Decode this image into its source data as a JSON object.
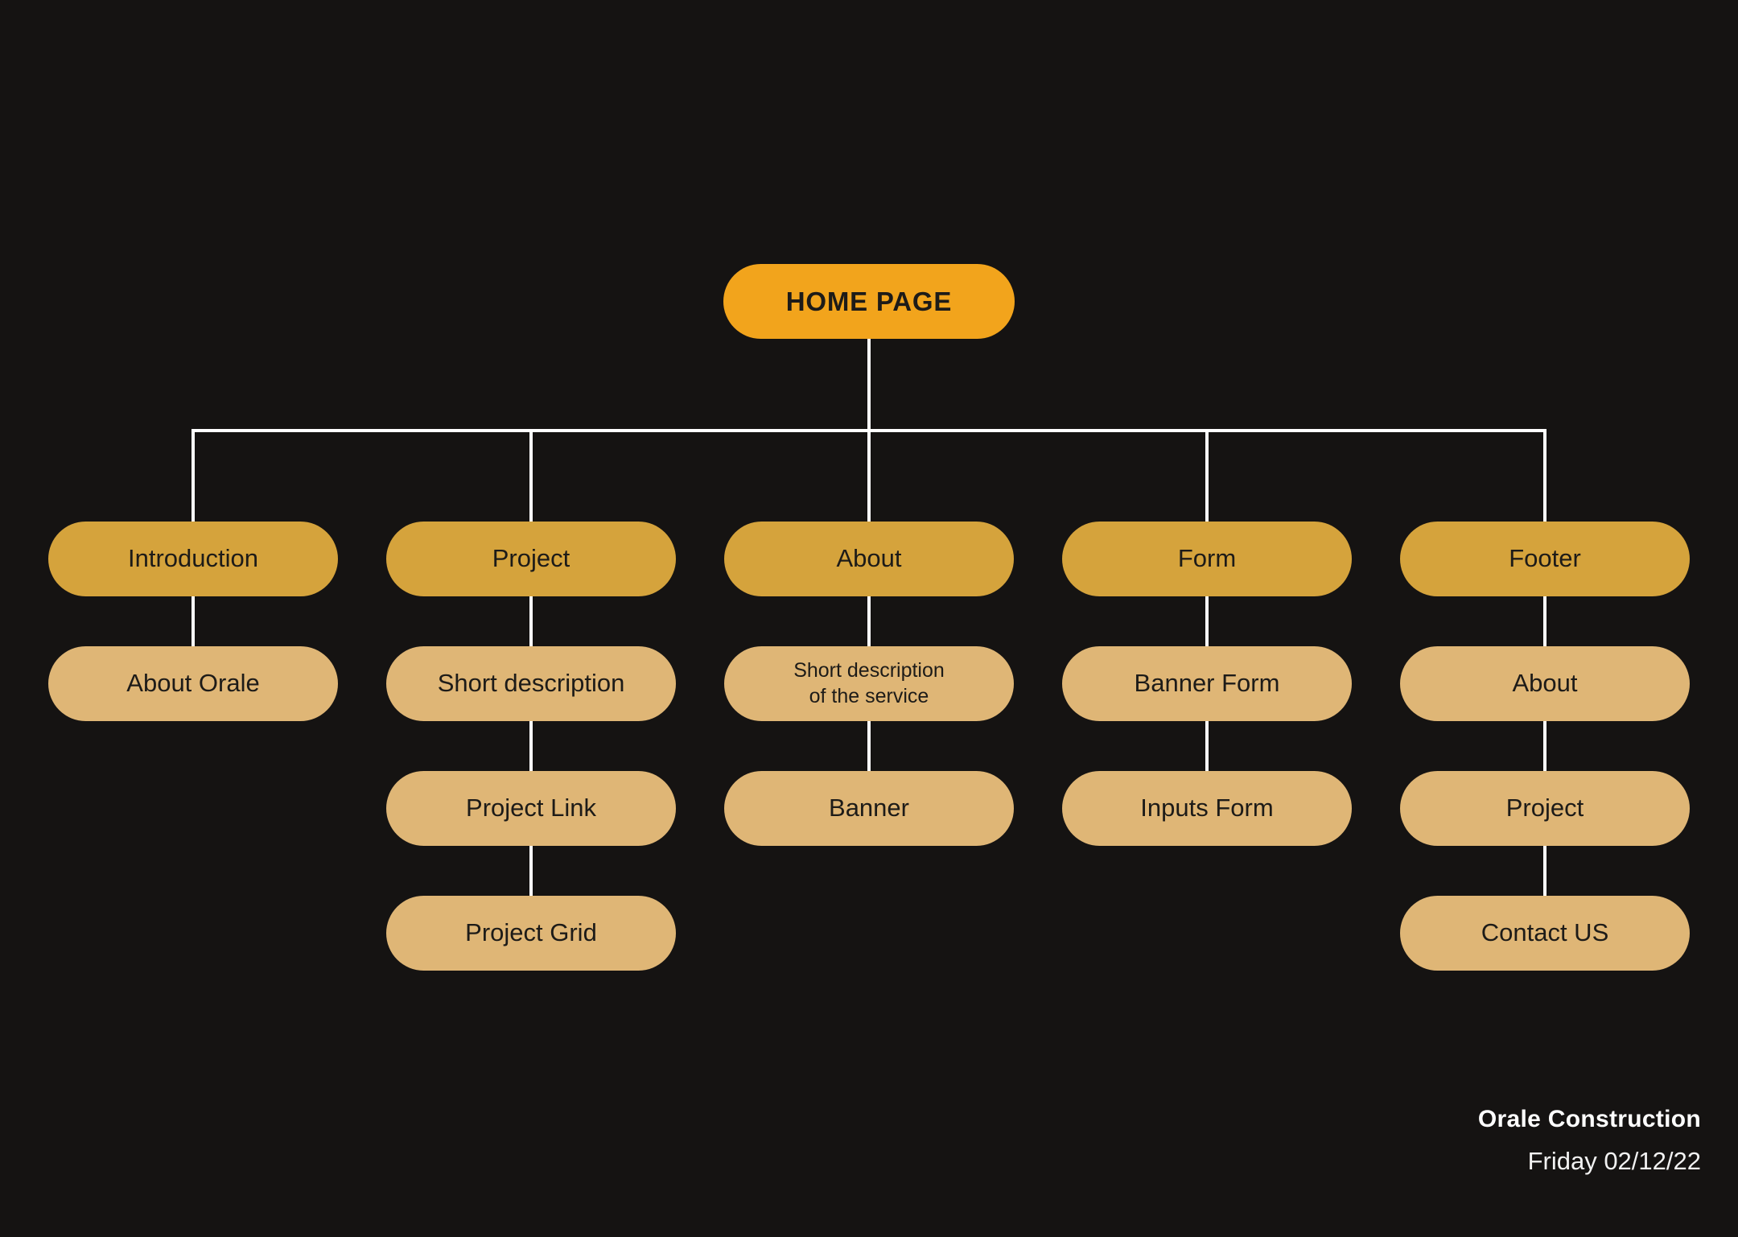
{
  "diagram": {
    "root": {
      "label": "HOME PAGE"
    },
    "columns": [
      {
        "parent": "Introduction",
        "children": [
          "About Orale"
        ]
      },
      {
        "parent": "Project",
        "children": [
          "Short description",
          "Project Link",
          "Project Grid"
        ]
      },
      {
        "parent": "About",
        "children": [
          "Short description\nof the service",
          "Banner"
        ]
      },
      {
        "parent": "Form",
        "children": [
          "Banner Form",
          "Inputs Form"
        ]
      },
      {
        "parent": "Footer",
        "children": [
          "About",
          "Project",
          "Contact US"
        ]
      }
    ]
  },
  "credits": {
    "company": "Orale Construction",
    "date": "Friday 02/12/22"
  },
  "colors": {
    "background": "#151312",
    "root_fill": "#F2A41C",
    "parent_fill": "#D5A33C",
    "child_fill": "#DFB676",
    "node_text": "#1D1B18",
    "line": "#FFFFFF",
    "credits_text": "#FFFFFF"
  }
}
